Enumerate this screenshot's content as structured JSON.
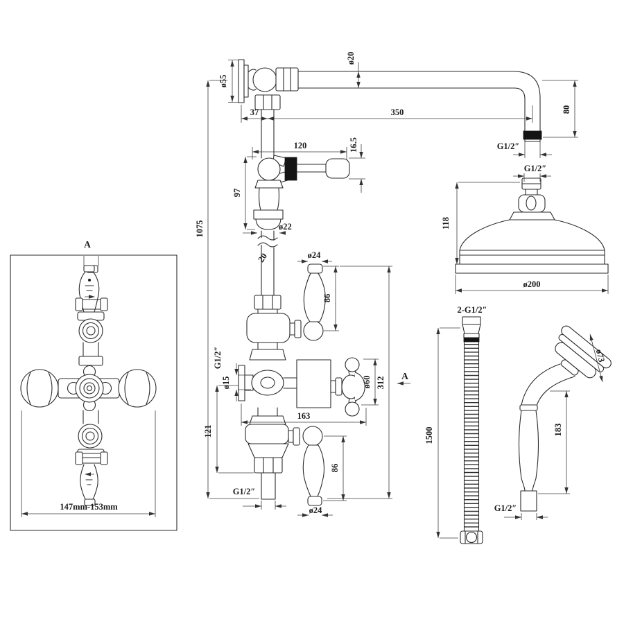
{
  "colors": {
    "ink": "#1c1c1c",
    "paper": "#ffffff"
  },
  "front_view": {
    "view_label": "A",
    "width_range": "147mm-153mm"
  },
  "side_view": {
    "overall_height": "1075",
    "wall_flange_dia": "ø55",
    "wall_offset": "37",
    "arm_dia": "ø20",
    "arm_length": "350",
    "arm_drop": "80",
    "arm_thread": "G1/2″",
    "diverter_width": "120",
    "diverter_end_height": "16.5",
    "diverter_height": "97",
    "diverter_outlet_dia": "ø22",
    "pipe_dia": "20",
    "top_lever_knob_dia": "ø24",
    "top_lever_length": "86",
    "outlet_thread": "G1/2″",
    "outlet_dia": "ø15",
    "handle_dia": "ø60",
    "valve_height": "312",
    "valve_width": "163",
    "lower_height": "121",
    "bottom_thread": "G1/2″",
    "bottom_lever_length": "86",
    "bottom_lever_knob_dia": "ø24",
    "section_label": "A"
  },
  "shower_head": {
    "thread": "G1/2″",
    "height": "118",
    "dia": "ø200"
  },
  "hose": {
    "thread": "2-G1/2″",
    "length": "1500"
  },
  "handset": {
    "head_dia": "ø73",
    "length": "183",
    "thread": "G1/2″"
  }
}
